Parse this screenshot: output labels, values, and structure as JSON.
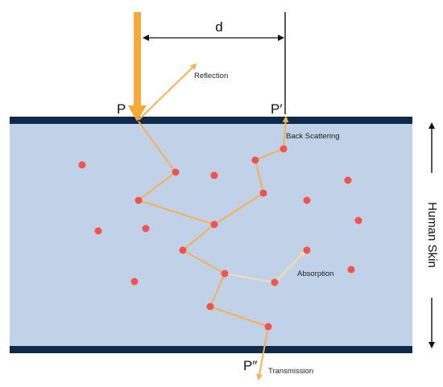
{
  "labels": {
    "d": "d",
    "p": "P",
    "p_prime": "P′",
    "p_double_prime": "P″",
    "reflection": "Reflection",
    "back_scattering": "Back Scattering",
    "absorption": "Absorption",
    "transmission": "Transmission",
    "human_skin": "Human Skin"
  },
  "colors": {
    "skin_fill": "#c0d1e8",
    "border_band": "#0d2a4b",
    "photon_path": "#f5b153",
    "absorption_path": "#f5ddb0",
    "scatterer_dot": "#f2534d",
    "incident_beam": "#f7a838"
  }
}
